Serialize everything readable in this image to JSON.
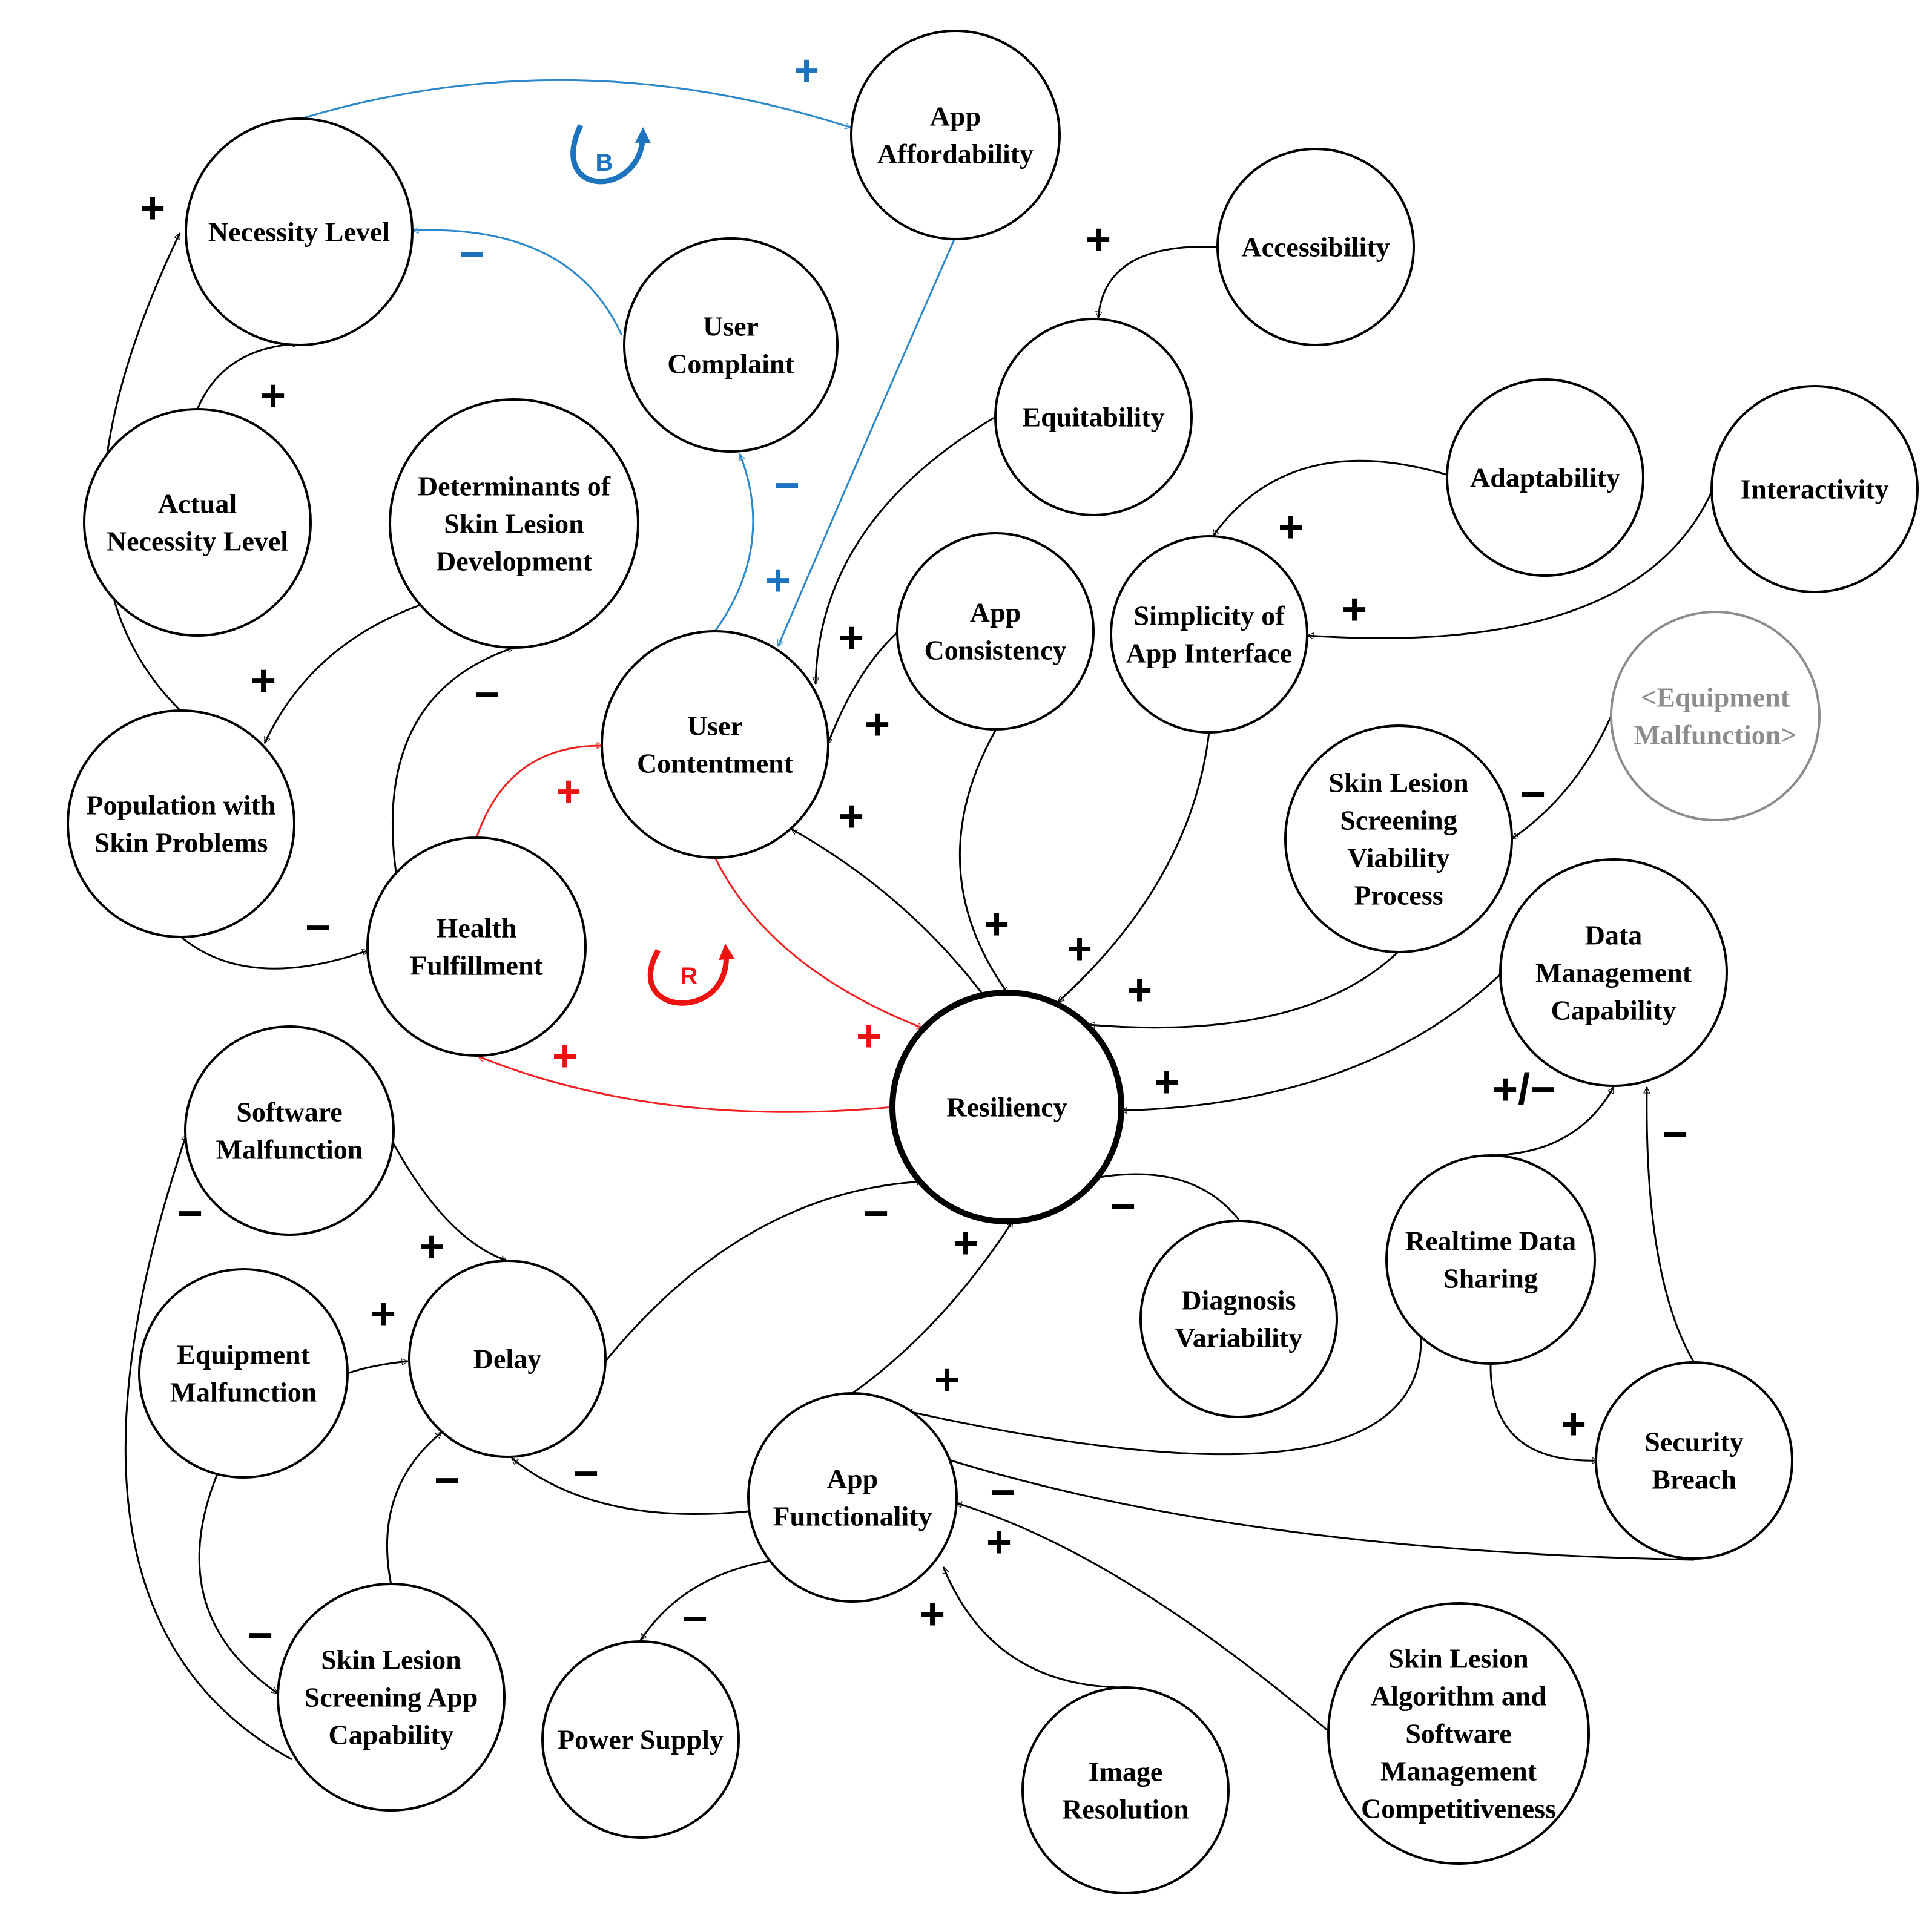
{
  "colors": {
    "node_stroke": "#000000",
    "shadow_node": "#8c8c8c",
    "link_black": "#000000",
    "link_blue": "#2a88c8",
    "link_red": "#ee2222",
    "polarity_black": "#000000",
    "polarity_blue": "#1e73be",
    "polarity_red": "#ee1111"
  },
  "nodes": [
    {
      "id": "app_affordability",
      "lines": [
        "App",
        "Affordability"
      ]
    },
    {
      "id": "necessity_level",
      "lines": [
        "Necessity Level"
      ]
    },
    {
      "id": "user_complaint",
      "lines": [
        "User",
        "Complaint"
      ]
    },
    {
      "id": "accessibility",
      "lines": [
        "Accessibility"
      ]
    },
    {
      "id": "equitability",
      "lines": [
        "Equitability"
      ]
    },
    {
      "id": "actual_necessity_level",
      "lines": [
        "Actual",
        "Necessity Level"
      ]
    },
    {
      "id": "determinants",
      "lines": [
        "Determinants of",
        "Skin Lesion",
        "Development"
      ]
    },
    {
      "id": "adaptability",
      "lines": [
        "Adaptability"
      ]
    },
    {
      "id": "interactivity",
      "lines": [
        "Interactivity"
      ]
    },
    {
      "id": "app_consistency",
      "lines": [
        "App",
        "Consistency"
      ]
    },
    {
      "id": "simplicity",
      "lines": [
        "Simplicity of",
        "App Interface"
      ]
    },
    {
      "id": "user_contentment",
      "lines": [
        "User",
        "Contentment"
      ]
    },
    {
      "id": "equipment_malfunction_shadow",
      "lines": [
        "<Equipment",
        "Malfunction>"
      ]
    },
    {
      "id": "population",
      "lines": [
        "Population with",
        "Skin Problems"
      ]
    },
    {
      "id": "viability",
      "lines": [
        "Skin Lesion",
        "Screening",
        "Viability",
        "Process"
      ]
    },
    {
      "id": "health_fulfillment",
      "lines": [
        "Health",
        "Fulfillment"
      ]
    },
    {
      "id": "data_management",
      "lines": [
        "Data",
        "Management",
        "Capability"
      ]
    },
    {
      "id": "resiliency",
      "lines": [
        "Resiliency"
      ]
    },
    {
      "id": "software_malfunction",
      "lines": [
        "Software",
        "Malfunction"
      ]
    },
    {
      "id": "realtime",
      "lines": [
        "Realtime Data",
        "Sharing"
      ]
    },
    {
      "id": "diagnosis_variability",
      "lines": [
        "Diagnosis",
        "Variability"
      ]
    },
    {
      "id": "equipment_malfunction",
      "lines": [
        "Equipment",
        "Malfunction"
      ]
    },
    {
      "id": "delay",
      "lines": [
        "Delay"
      ]
    },
    {
      "id": "app_functionality",
      "lines": [
        "App",
        "Functionality"
      ]
    },
    {
      "id": "security_breach",
      "lines": [
        "Security",
        "Breach"
      ]
    },
    {
      "id": "app_capability",
      "lines": [
        "Skin Lesion",
        "Screening App",
        "Capability"
      ]
    },
    {
      "id": "power_supply",
      "lines": [
        "Power Supply"
      ]
    },
    {
      "id": "algorithm",
      "lines": [
        "Skin Lesion",
        "Algorithm and",
        "Software",
        "Management",
        "Competitiveness"
      ]
    },
    {
      "id": "image_resolution",
      "lines": [
        "Image",
        "Resolution"
      ]
    }
  ],
  "edges": [
    {
      "id": "necessity_to_affordability",
      "from": "necessity_level",
      "to": "app_affordability",
      "sign": "+",
      "color": "blue"
    },
    {
      "id": "complaint_to_necessity",
      "from": "user_complaint",
      "to": "necessity_level",
      "sign": "−",
      "color": "blue"
    },
    {
      "id": "affordability_to_contentment",
      "from": "app_affordability",
      "to": "user_contentment",
      "sign": "+",
      "color": "blue"
    },
    {
      "id": "contentment_to_complaint",
      "from": "user_contentment",
      "to": "user_complaint",
      "sign": "−",
      "color": "blue"
    },
    {
      "id": "actual_to_necessity",
      "from": "actual_necessity_level",
      "to": "necessity_level",
      "sign": "+",
      "color": "black"
    },
    {
      "id": "population_to_necessity",
      "from": "population",
      "to": "necessity_level",
      "sign": "+",
      "color": "black"
    },
    {
      "id": "accessibility_to_equitability",
      "from": "accessibility",
      "to": "equitability",
      "sign": "+",
      "color": "black"
    },
    {
      "id": "equitability_to_contentment",
      "from": "equitability",
      "to": "user_contentment",
      "sign": "+",
      "color": "black"
    },
    {
      "id": "consistency_to_contentment",
      "from": "app_consistency",
      "to": "user_contentment",
      "sign": "+",
      "color": "black"
    },
    {
      "id": "adaptability_to_simplicity",
      "from": "adaptability",
      "to": "simplicity",
      "sign": "+",
      "color": "black"
    },
    {
      "id": "interactivity_to_simplicity",
      "from": "interactivity",
      "to": "simplicity",
      "sign": "+",
      "color": "black"
    },
    {
      "id": "determinants_to_population",
      "from": "determinants",
      "to": "population",
      "sign": "+",
      "color": "black"
    },
    {
      "id": "health_to_determinants",
      "from": "health_fulfillment",
      "to": "determinants",
      "sign": "−",
      "color": "black"
    },
    {
      "id": "population_to_health",
      "from": "population",
      "to": "health_fulfillment",
      "sign": "−",
      "color": "black"
    },
    {
      "id": "health_to_contentment",
      "from": "health_fulfillment",
      "to": "user_contentment",
      "sign": "+",
      "color": "red"
    },
    {
      "id": "contentment_to_resiliency",
      "from": "user_contentment",
      "to": "resiliency",
      "sign": "+",
      "color": "red"
    },
    {
      "id": "resiliency_to_health",
      "from": "resiliency",
      "to": "health_fulfillment",
      "sign": "+",
      "color": "red"
    },
    {
      "id": "resiliency_to_contentment",
      "from": "resiliency",
      "to": "user_contentment",
      "sign": "+",
      "color": "black"
    },
    {
      "id": "consistency_to_resiliency",
      "from": "app_consistency",
      "to": "resiliency",
      "sign": "+",
      "color": "black"
    },
    {
      "id": "simplicity_to_resiliency",
      "from": "simplicity",
      "to": "resiliency",
      "sign": "+",
      "color": "black"
    },
    {
      "id": "viability_to_resiliency",
      "from": "viability",
      "to": "resiliency",
      "sign": "+",
      "color": "black"
    },
    {
      "id": "shadow_to_viability",
      "from": "equipment_malfunction_shadow",
      "to": "viability",
      "sign": "−",
      "color": "black"
    },
    {
      "id": "data_to_resiliency",
      "from": "data_management",
      "to": "resiliency",
      "sign": "+",
      "color": "black"
    },
    {
      "id": "diagnosis_to_resiliency",
      "from": "diagnosis_variability",
      "to": "resiliency",
      "sign": "−",
      "color": "black"
    },
    {
      "id": "delay_to_resiliency",
      "from": "delay",
      "to": "resiliency",
      "sign": "−",
      "color": "black"
    },
    {
      "id": "functionality_to_resiliency",
      "from": "app_functionality",
      "to": "resiliency",
      "sign": "+",
      "color": "black"
    },
    {
      "id": "realtime_to_data",
      "from": "realtime",
      "to": "data_management",
      "sign": "+/−",
      "color": "black"
    },
    {
      "id": "security_to_data",
      "from": "security_breach",
      "to": "data_management",
      "sign": "−",
      "color": "black"
    },
    {
      "id": "realtime_to_security",
      "from": "realtime",
      "to": "security_breach",
      "sign": "+",
      "color": "black"
    },
    {
      "id": "realtime_to_functionality",
      "from": "realtime",
      "to": "app_functionality",
      "sign": "+",
      "color": "black"
    },
    {
      "id": "security_to_functionality",
      "from": "security_breach",
      "to": "app_functionality",
      "sign": "−",
      "color": "black"
    },
    {
      "id": "algorithm_to_functionality",
      "from": "algorithm",
      "to": "app_functionality",
      "sign": "+",
      "color": "black"
    },
    {
      "id": "image_to_functionality",
      "from": "image_resolution",
      "to": "app_functionality",
      "sign": "+",
      "color": "black"
    },
    {
      "id": "functionality_to_power",
      "from": "app_functionality",
      "to": "power_supply",
      "sign": "−",
      "color": "black"
    },
    {
      "id": "functionality_to_delay",
      "from": "app_functionality",
      "to": "delay",
      "sign": "−",
      "color": "black"
    },
    {
      "id": "software_to_delay",
      "from": "software_malfunction",
      "to": "delay",
      "sign": "+",
      "color": "black"
    },
    {
      "id": "equipment_to_delay",
      "from": "equipment_malfunction",
      "to": "delay",
      "sign": "+",
      "color": "black"
    },
    {
      "id": "capability_to_delay",
      "from": "app_capability",
      "to": "delay",
      "sign": "−",
      "color": "black"
    },
    {
      "id": "equipment_to_capability",
      "from": "equipment_malfunction",
      "to": "app_capability",
      "sign": "−",
      "color": "black"
    },
    {
      "id": "capability_to_software",
      "from": "app_capability",
      "to": "software_malfunction",
      "sign": "−",
      "color": "black"
    }
  ],
  "loops": [
    {
      "id": "balancing",
      "letter": "B",
      "color": "#1e73be"
    },
    {
      "id": "reinforcing",
      "letter": "R",
      "color": "#ee1111"
    }
  ]
}
